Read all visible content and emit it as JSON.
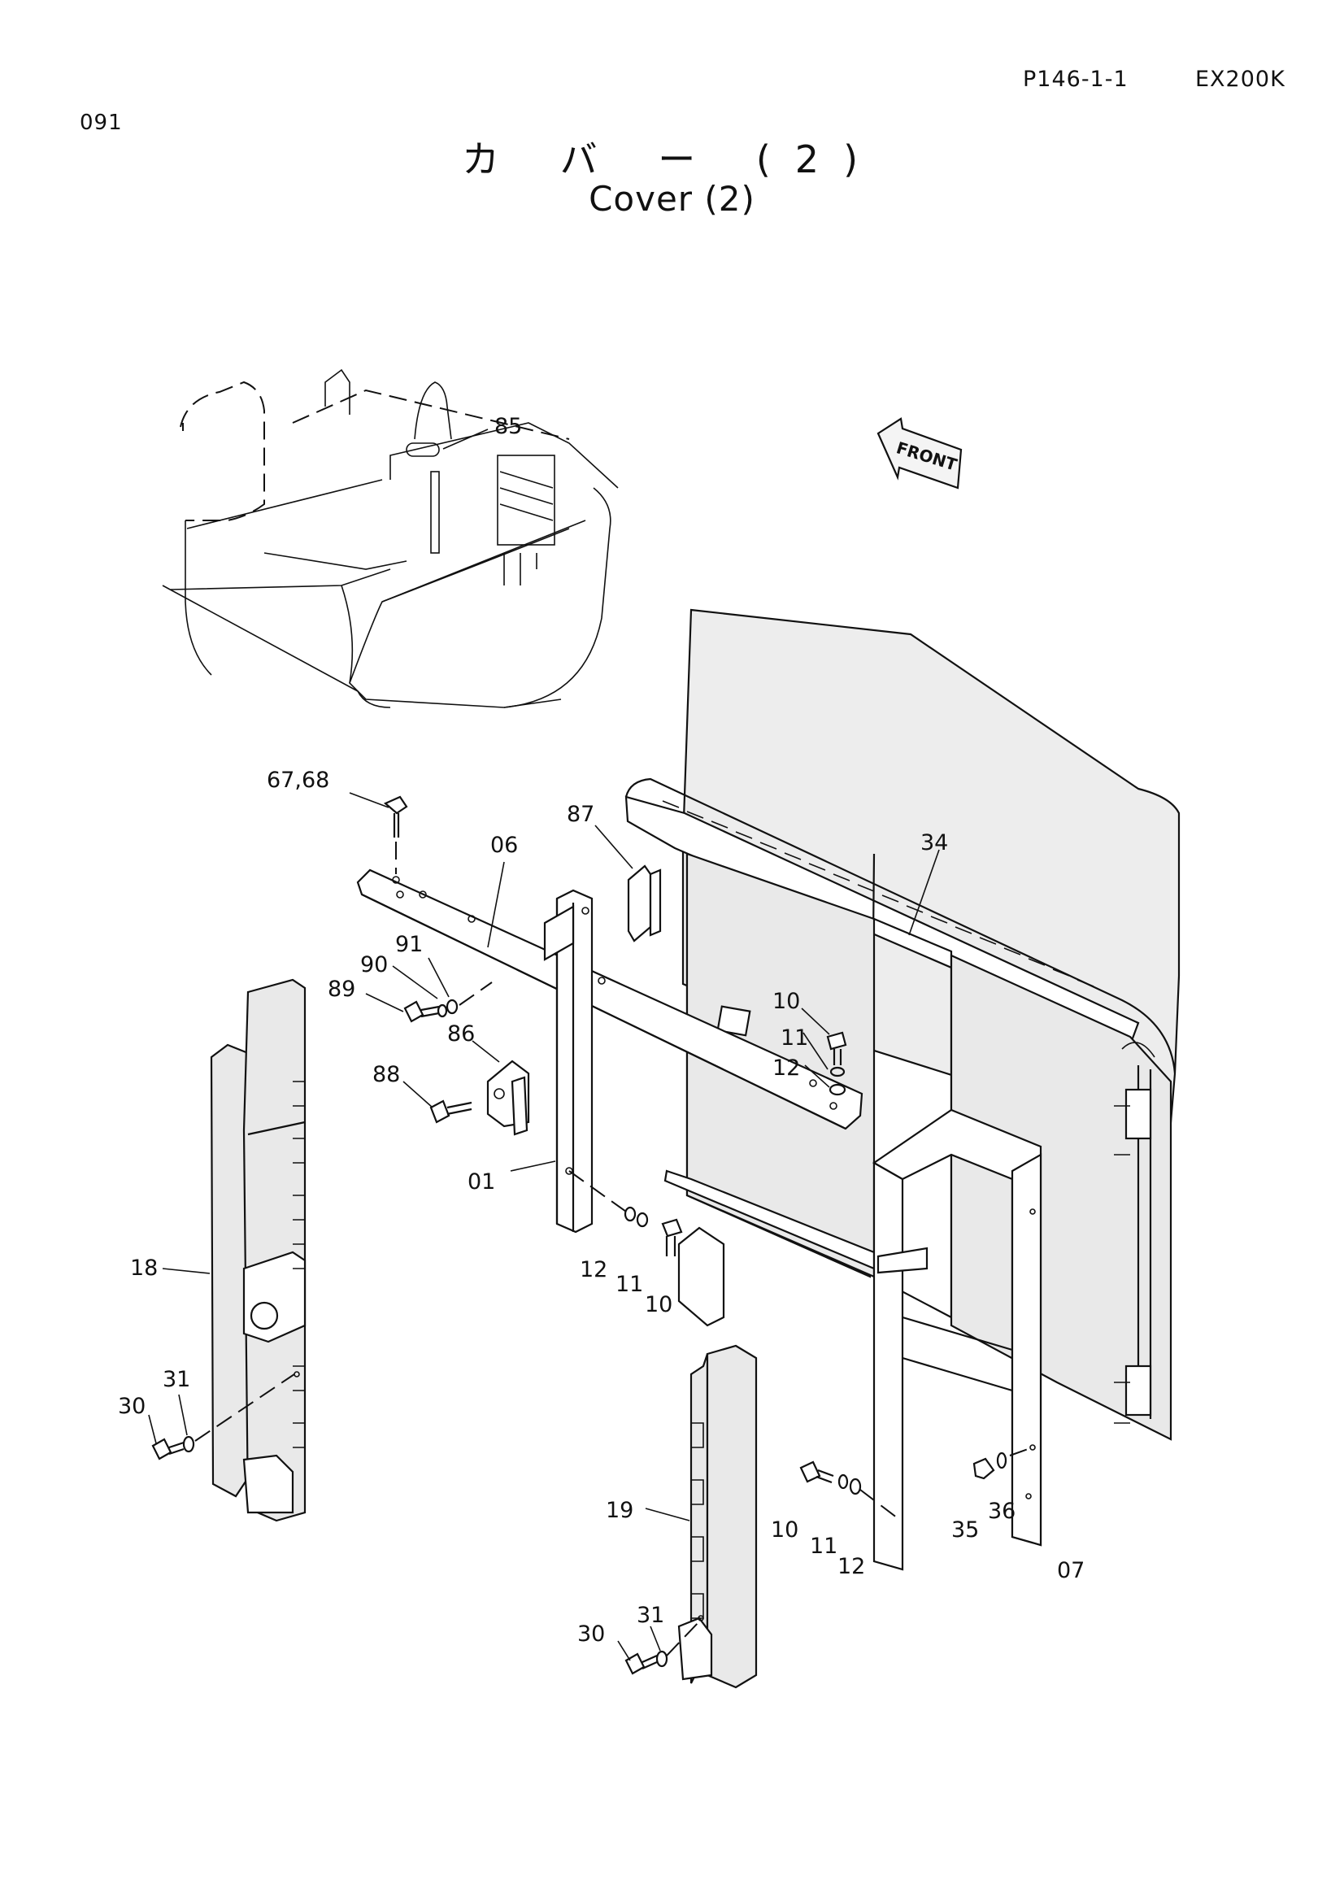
{
  "header": {
    "page_code": "P146-1-1",
    "model": "EX200K",
    "page_number": "091"
  },
  "title": {
    "japanese": "カ バ ー (2)",
    "english": "Cover (2)"
  },
  "front_indicator": "FRONT",
  "callouts": [
    {
      "id": "c85",
      "text": "85"
    },
    {
      "id": "c6768",
      "text": "67,68"
    },
    {
      "id": "c06",
      "text": "06"
    },
    {
      "id": "c87",
      "text": "87"
    },
    {
      "id": "c34",
      "text": "34"
    },
    {
      "id": "c90",
      "text": "90"
    },
    {
      "id": "c91",
      "text": "91"
    },
    {
      "id": "c89",
      "text": "89"
    },
    {
      "id": "c86",
      "text": "86"
    },
    {
      "id": "c88",
      "text": "88"
    },
    {
      "id": "c10a",
      "text": "10"
    },
    {
      "id": "c11a",
      "text": "11"
    },
    {
      "id": "c12a",
      "text": "12"
    },
    {
      "id": "c01",
      "text": "01"
    },
    {
      "id": "c18",
      "text": "18"
    },
    {
      "id": "c12b",
      "text": "12"
    },
    {
      "id": "c11b",
      "text": "11"
    },
    {
      "id": "c10b",
      "text": "10"
    },
    {
      "id": "c31a",
      "text": "31"
    },
    {
      "id": "c30a",
      "text": "30"
    },
    {
      "id": "c19",
      "text": "19"
    },
    {
      "id": "c10c",
      "text": "10"
    },
    {
      "id": "c11c",
      "text": "11"
    },
    {
      "id": "c12c",
      "text": "12"
    },
    {
      "id": "c35",
      "text": "35"
    },
    {
      "id": "c36",
      "text": "36"
    },
    {
      "id": "c07",
      "text": "07"
    },
    {
      "id": "c31b",
      "text": "31"
    },
    {
      "id": "c30b",
      "text": "30"
    }
  ]
}
